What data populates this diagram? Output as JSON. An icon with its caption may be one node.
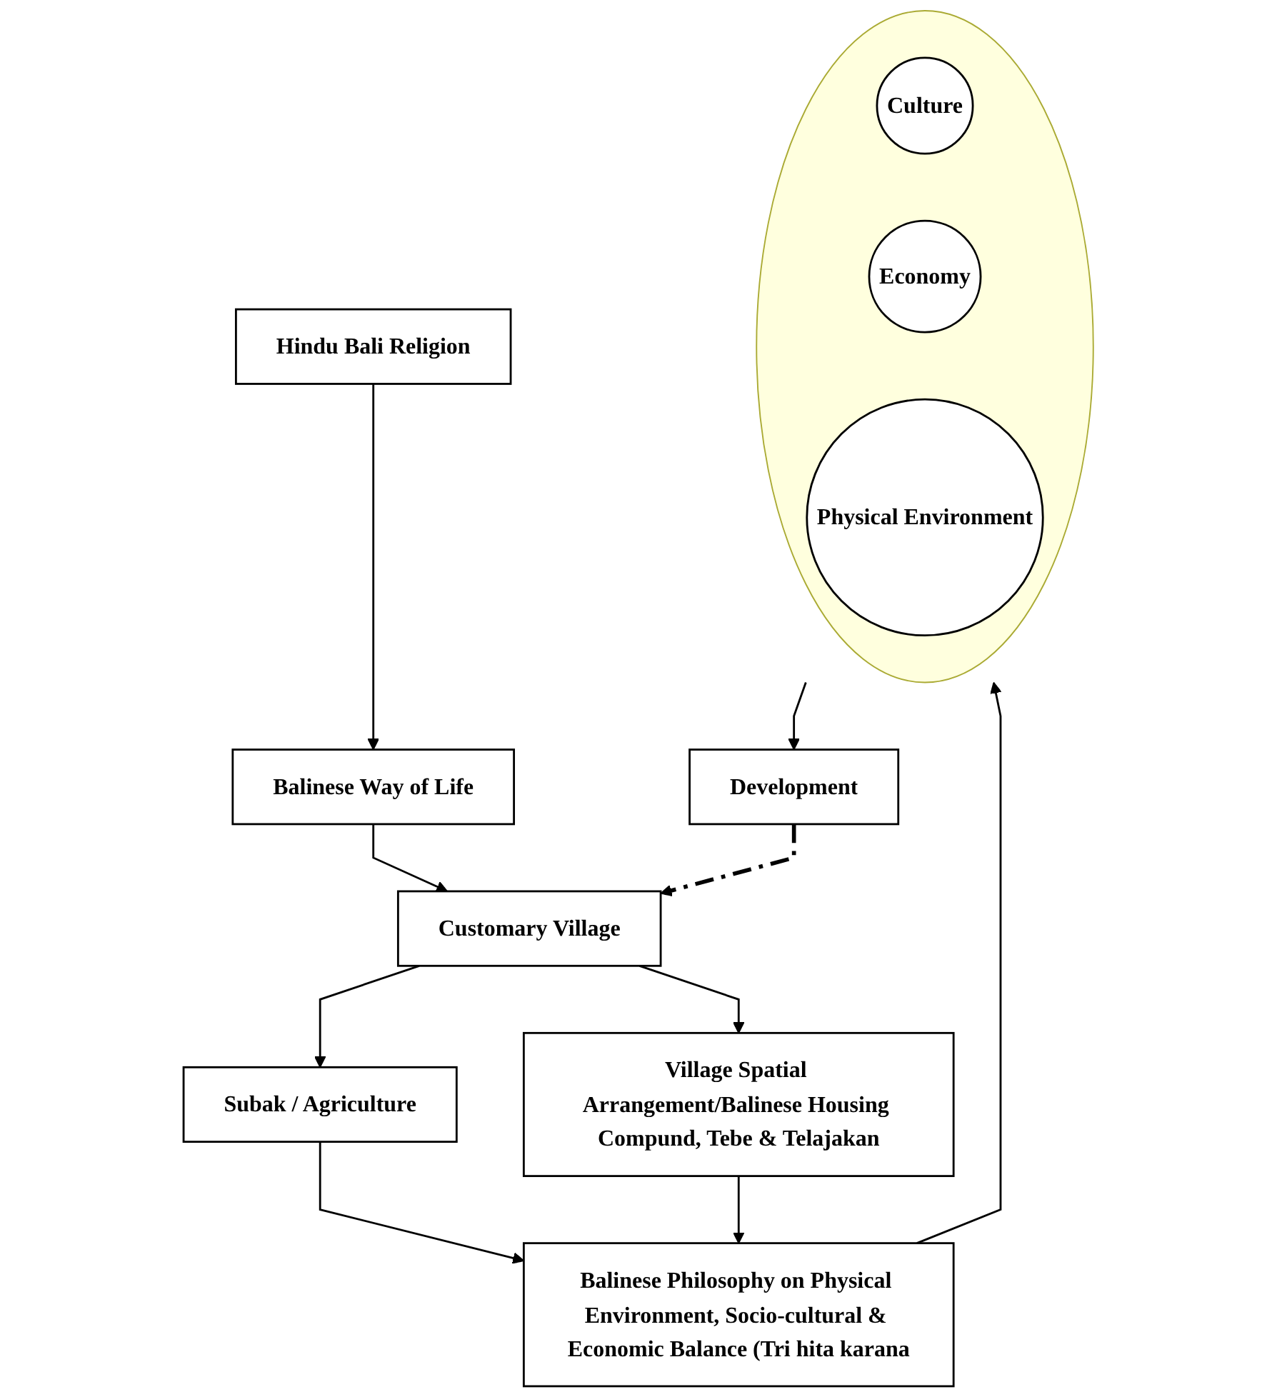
{
  "diagram": {
    "nodes": [
      {
        "text": [
          "Hindu Bali Religion"
        ]
      },
      {
        "text": [
          "Balinese Way of Life"
        ]
      },
      {
        "text": [
          "Customary Village"
        ]
      },
      {
        "text": [
          "Subak / Agriculture"
        ]
      },
      {
        "text": [
          "Village Spatial Arrangement/Balinese Housing Compund, Tebe & Telajakan"
        ]
      },
      {
        "text": [
          "Balinese Philosophy on Physical Environment, Socio-cultural & Economic Balance (Tri hita karana"
        ]
      },
      {
        "text": [],
        "shape": "ellipse"
      },
      {
        "text": [
          "Culture"
        ],
        "in": 6
      },
      {
        "text": [
          "Economy"
        ],
        "in": 6
      },
      {
        "text": [
          "Physical Environment"
        ],
        "in": 6
      },
      {
        "text": [
          "Development"
        ]
      }
    ],
    "edges": [
      {
        "from": 0,
        "to": 1,
        "arrow": "to"
      },
      {
        "from": 1,
        "to": 2,
        "arrow": "to"
      },
      {
        "from": 2,
        "to": 3,
        "arrow": "to"
      },
      {
        "from": 2,
        "to": 4,
        "arrow": "to"
      },
      {
        "from": 3,
        "to": 5,
        "arrow": "to"
      },
      {
        "from": 4,
        "to": 5,
        "arrow": "to"
      },
      {
        "from": 5,
        "to": 6,
        "arrow": "to"
      },
      {
        "from": 6,
        "to": 10,
        "arrow": "to"
      },
      {
        "from": 10,
        "to": 2,
        "arrow": "to",
        "style": "dashed"
      }
    ]
  }
}
